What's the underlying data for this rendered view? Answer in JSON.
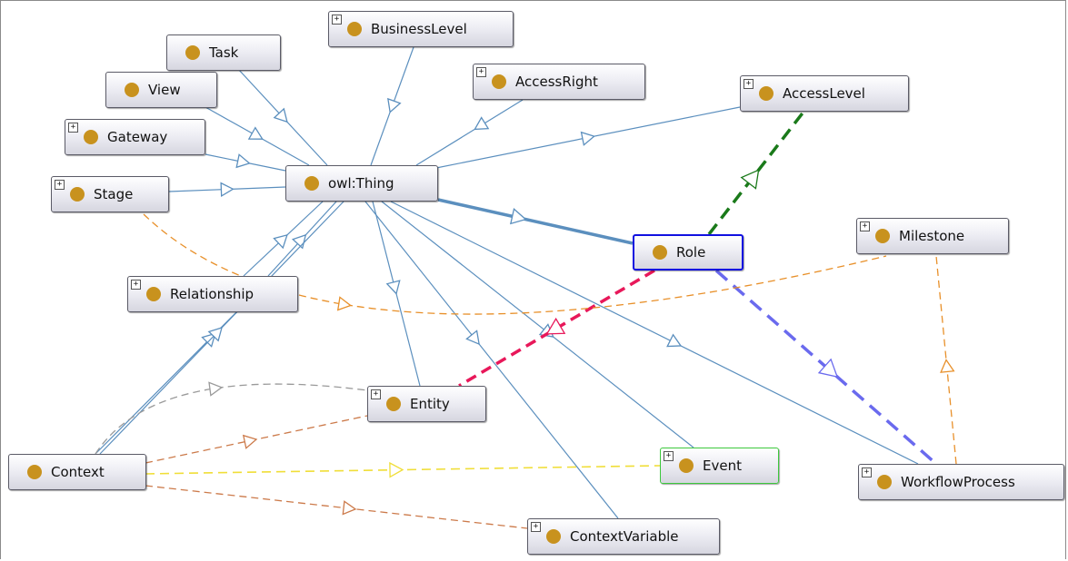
{
  "colors": {
    "subclass_edge": "#5b8fbe",
    "orange_edge": "#e8902a",
    "brown_edge": "#cc7a4a",
    "gray_edge": "#9a9a9a",
    "yellow_edge": "#f0de38",
    "green_edge": "#1a7a1a",
    "pink_edge": "#e8185a",
    "purple_edge": "#6a6aee",
    "class_dot": "#c8921e",
    "selected_border": "#1010e0",
    "event_border": "#3cc83c"
  },
  "expander_symbol": "+",
  "nodes": {
    "task": {
      "label": "Task"
    },
    "business_level": {
      "label": "BusinessLevel"
    },
    "view": {
      "label": "View"
    },
    "access_right": {
      "label": "AccessRight"
    },
    "access_level": {
      "label": "AccessLevel"
    },
    "gateway": {
      "label": "Gateway"
    },
    "owl_thing": {
      "label": "owl:Thing"
    },
    "stage": {
      "label": "Stage"
    },
    "role": {
      "label": "Role"
    },
    "milestone": {
      "label": "Milestone"
    },
    "relationship": {
      "label": "Relationship"
    },
    "entity": {
      "label": "Entity"
    },
    "context": {
      "label": "Context"
    },
    "event": {
      "label": "Event"
    },
    "workflow_process": {
      "label": "WorkflowProcess"
    },
    "context_variable": {
      "label": "ContextVariable"
    }
  }
}
